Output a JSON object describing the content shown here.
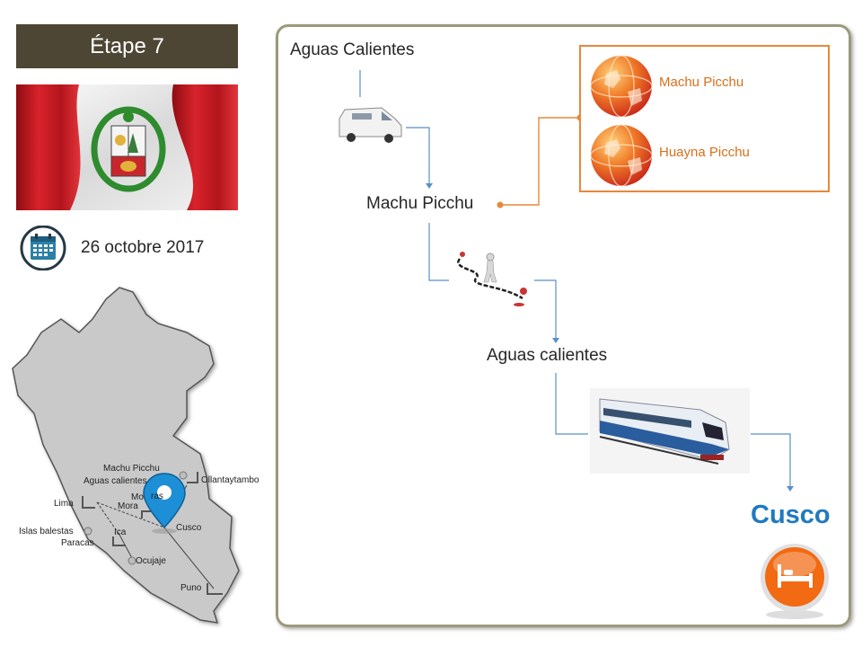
{
  "sidebar": {
    "stage_title": "Étape 7",
    "date": "26 octobre 2017",
    "map_labels": {
      "machu_picchu": "Machu Picchu",
      "aguas_calientes": "Aguas calientes",
      "ollantaytambo": "Ollantaytambo",
      "lima": "Lima",
      "moray_a": "Mo",
      "moray_b": "ras",
      "moray_c": "Mora",
      "cusco": "Cusco",
      "islas_balestas": "Islas balestas",
      "paracas": "Paracas",
      "ica": "Ica",
      "ocujaje": "Ocujaje",
      "puno": "Puno"
    }
  },
  "itinerary": {
    "start": "Aguas Calientes",
    "stop_1": "Machu Picchu",
    "stop_2": "Aguas calientes",
    "sites": [
      "Machu Picchu",
      "Huayna Picchu"
    ],
    "destination": "Cusco"
  },
  "colors": {
    "header_bg": "#4d4634",
    "panel_border": "#9c9a7a",
    "flow_line": "#5b8fc8",
    "site_accent": "#e8883a",
    "destination_text": "#1f7ac0",
    "badge_orange": "#f26a12"
  }
}
